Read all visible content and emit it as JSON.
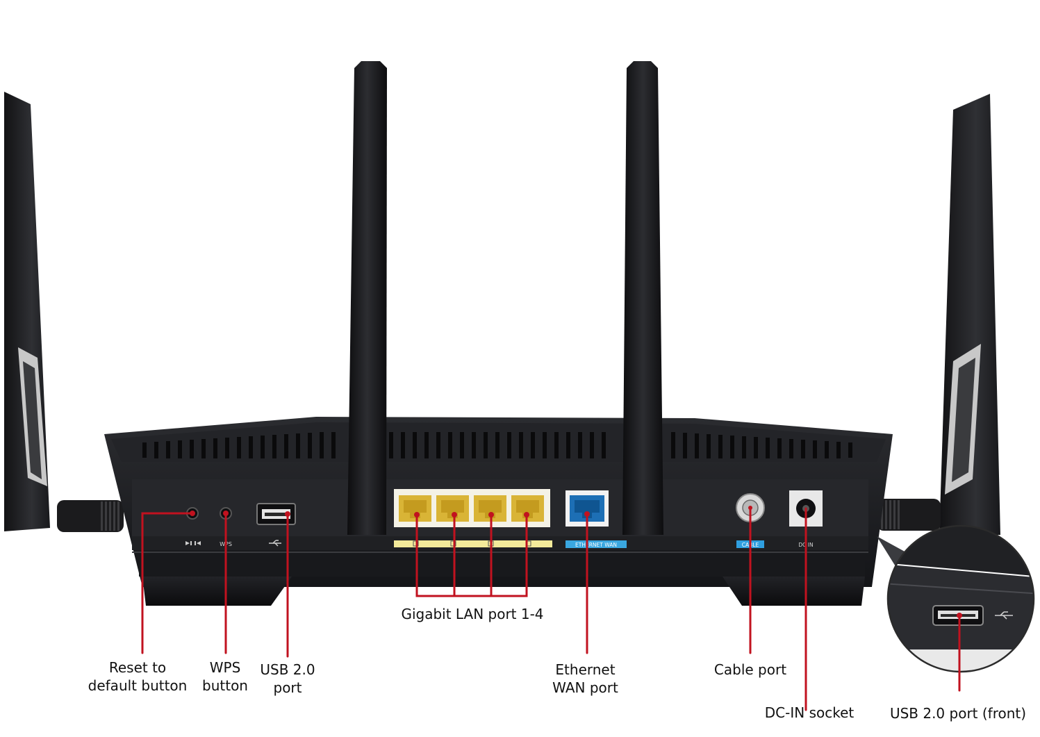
{
  "colors": {
    "background": "#ffffff",
    "router_body": "#1a1b1e",
    "router_face": "#2a2b2f",
    "leader_line": "#c1121f",
    "lan_port": "#d9b436",
    "lan_strip": "#f3ea9a",
    "wan_port": "#1d6fb5",
    "wan_strip": "#3aa7e0",
    "cable_badge": "#2f9fe0"
  },
  "panel_labels": {
    "wps": "WPS",
    "cable": "CABLE",
    "dcin": "DC IN",
    "ethernet_wan": "ETHERNET WAN"
  },
  "callouts": {
    "reset": [
      "Reset to",
      "default button"
    ],
    "wps": [
      "WPS",
      "button"
    ],
    "usb_rear": [
      "USB 2.0",
      "port"
    ],
    "lan": [
      "Gigabit LAN port 1-4"
    ],
    "wan": [
      "Ethernet",
      "WAN port"
    ],
    "cable": [
      "Cable port"
    ],
    "dcin": [
      "DC-IN socket"
    ],
    "usb_front": [
      "USB 2.0 port (front)"
    ]
  }
}
